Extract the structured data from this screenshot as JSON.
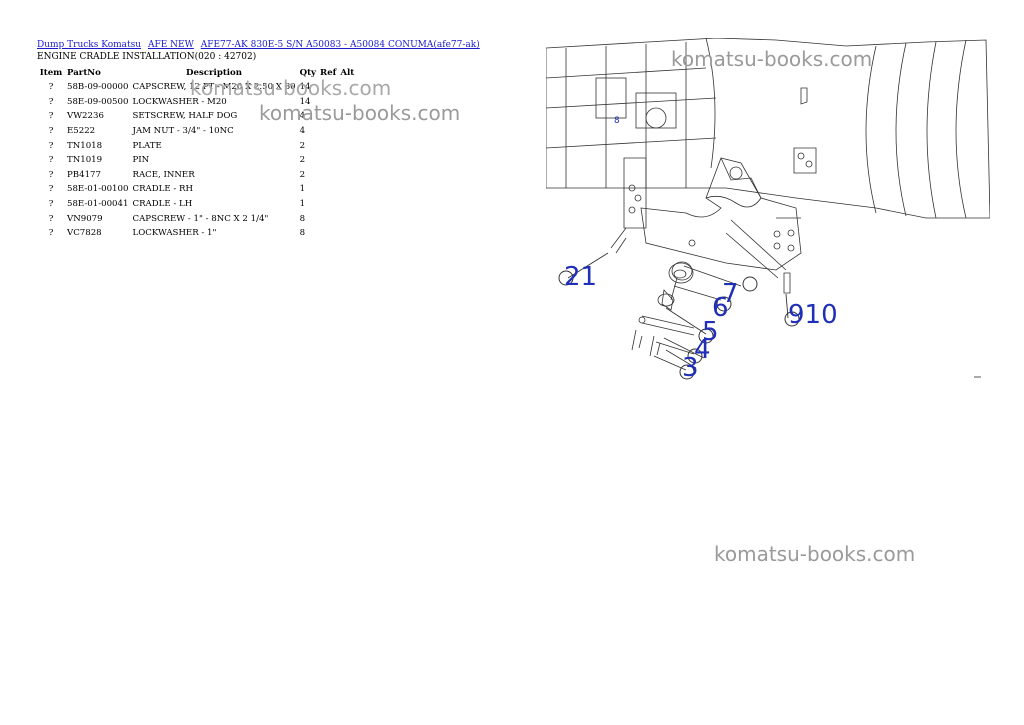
{
  "breadcrumb": {
    "links": [
      "Dump Trucks Komatsu",
      "AFE NEW",
      "AFE77-AK 830E-5 S/N A50083 - A50084 CONUMA(afe77-ak)"
    ]
  },
  "subtitle": "ENGINE CRADLE INSTALLATION(020 : 42702)",
  "table": {
    "headers": {
      "item": "Item",
      "partno": "PartNo",
      "description": "Description",
      "qty": "Qty",
      "ref": "Ref",
      "alt": "Alt"
    },
    "rows": [
      {
        "item": "?",
        "partno": "58B-09-00000",
        "description": "CAPSCREW, 12 PT - M20 X 2.50 X 60",
        "qty": "14"
      },
      {
        "item": "?",
        "partno": "58E-09-00500",
        "description": "LOCKWASHER - M20",
        "qty": "14"
      },
      {
        "item": "?",
        "partno": "VW2236",
        "description": "SETSCREW, HALF DOG",
        "qty": "4"
      },
      {
        "item": "?",
        "partno": "E5222",
        "description": "JAM NUT - 3/4\" - 10NC",
        "qty": "4"
      },
      {
        "item": "?",
        "partno": "TN1018",
        "description": "PLATE",
        "qty": "2"
      },
      {
        "item": "?",
        "partno": "TN1019",
        "description": "PIN",
        "qty": "2"
      },
      {
        "item": "?",
        "partno": "PB4177",
        "description": "RACE, INNER",
        "qty": "2"
      },
      {
        "item": "?",
        "partno": "58E-01-00100",
        "description": "CRADLE - RH",
        "qty": "1"
      },
      {
        "item": "?",
        "partno": "58E-01-00041",
        "description": "CRADLE - LH",
        "qty": "1"
      },
      {
        "item": "?",
        "partno": "VN9079",
        "description": "CAPSCREW - 1\" - 8NC X 2 1/4\"",
        "qty": "8"
      },
      {
        "item": "?",
        "partno": "VC7828",
        "description": "LOCKWASHER - 1\"",
        "qty": "8"
      }
    ]
  },
  "watermark": "komatsu-books.com",
  "diagram": {
    "callouts": [
      "21",
      "7",
      "6",
      "5",
      "4",
      "3",
      "910",
      "8"
    ],
    "callout_color": "#1f2fb8"
  }
}
